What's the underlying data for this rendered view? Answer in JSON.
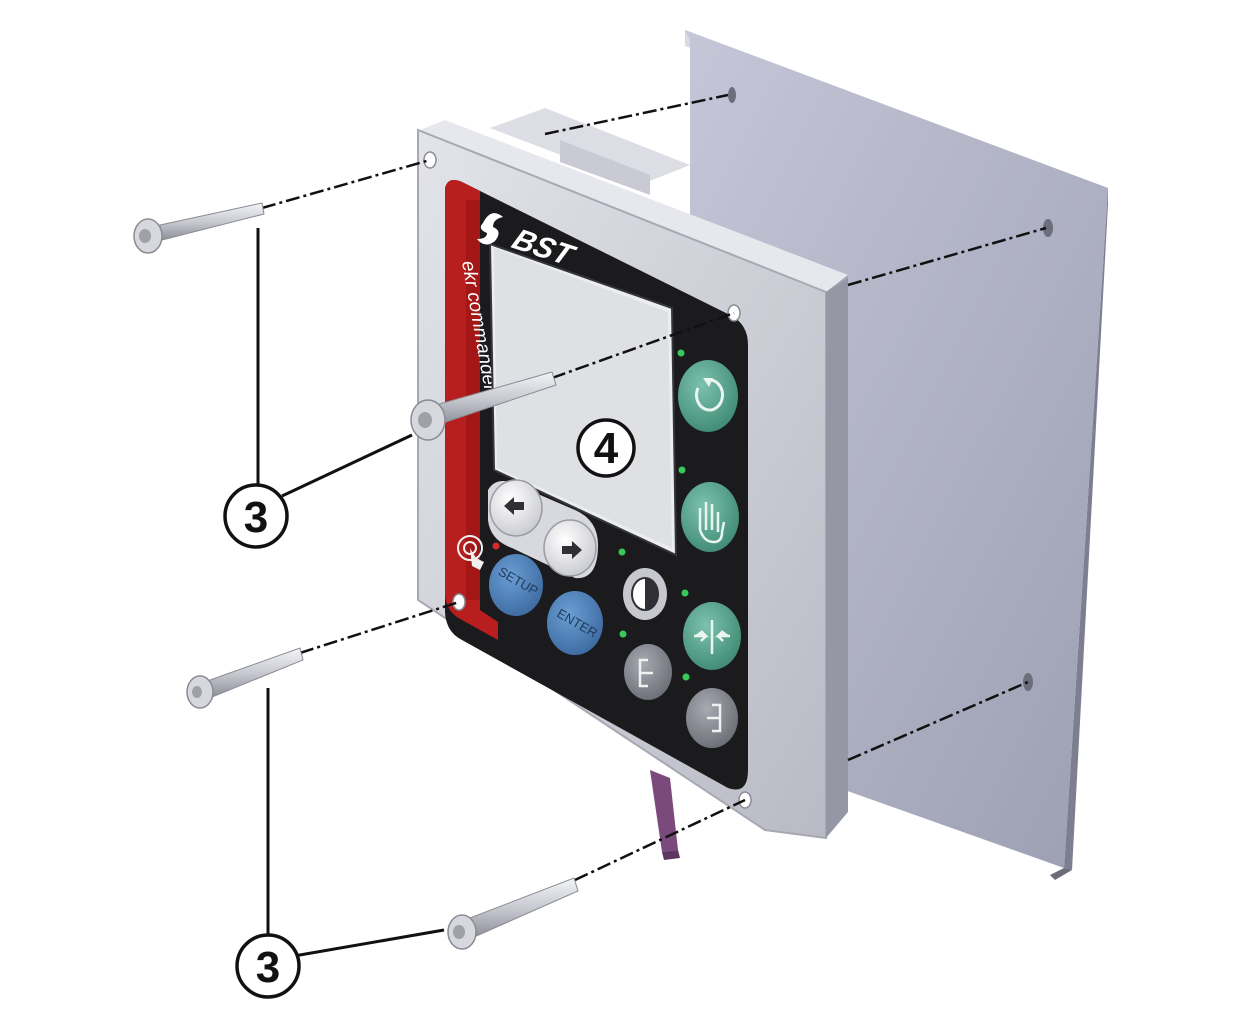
{
  "brand": {
    "logo": "BST",
    "model": "ekr commander"
  },
  "keys": {
    "setup": "SETUP",
    "enter": "ENTER"
  },
  "callouts": [
    {
      "id": "screws-upper",
      "label": "3"
    },
    {
      "id": "screws-lower",
      "label": "3"
    },
    {
      "id": "display",
      "label": "4"
    }
  ],
  "icons": {
    "left-arrow": "arrow-left-icon",
    "right-arrow": "arrow-right-icon",
    "refresh": "rotate-icon",
    "stop": "hand-icon",
    "contrast": "contrast-icon",
    "center": "center-arrows-icon",
    "bracket-left": "bracket-left-icon",
    "bracket-right": "bracket-right-icon",
    "touch": "touch-icon"
  },
  "colors": {
    "accent_red": "#b81e1e",
    "key_blue": "#4f7fb5",
    "key_teal": "#5aa38f",
    "key_gray": "#8d8f98",
    "led_green": "#39c85a",
    "led_red": "#d62a2a",
    "panel_plate": "#b4b6c8",
    "housing": "#cfd0d8"
  }
}
